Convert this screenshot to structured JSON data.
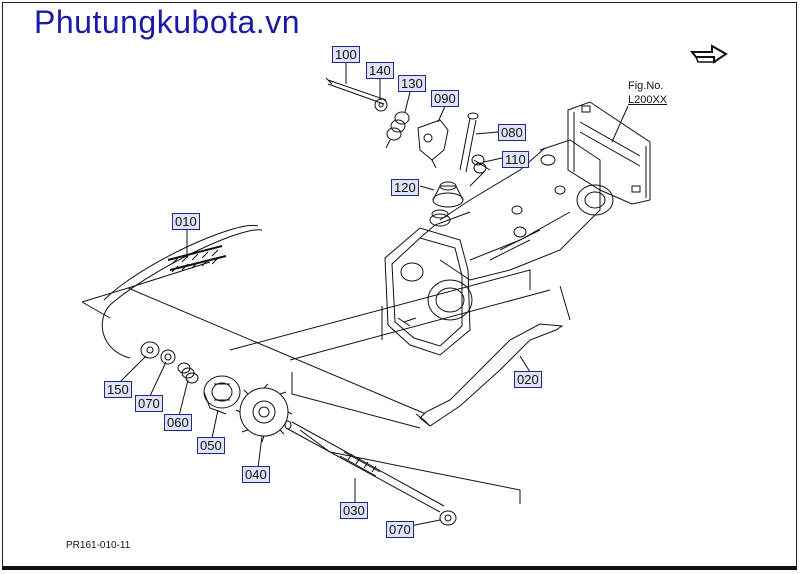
{
  "watermark": "Phutungkubota.vn",
  "figure": {
    "label": "Fig.No.",
    "code": "L200XX"
  },
  "drawing_id": "PR161-010-11",
  "callouts": {
    "c100": "100",
    "c140": "140",
    "c130": "130",
    "c090": "090",
    "c080": "080",
    "c110": "110",
    "c120": "120",
    "c010": "010",
    "c150": "150",
    "c070a": "070",
    "c060": "060",
    "c050": "050",
    "c040": "040",
    "c030": "030",
    "c070b": "070",
    "c020": "020"
  },
  "icons": {
    "next_arrow": "arrow-right-icon"
  }
}
